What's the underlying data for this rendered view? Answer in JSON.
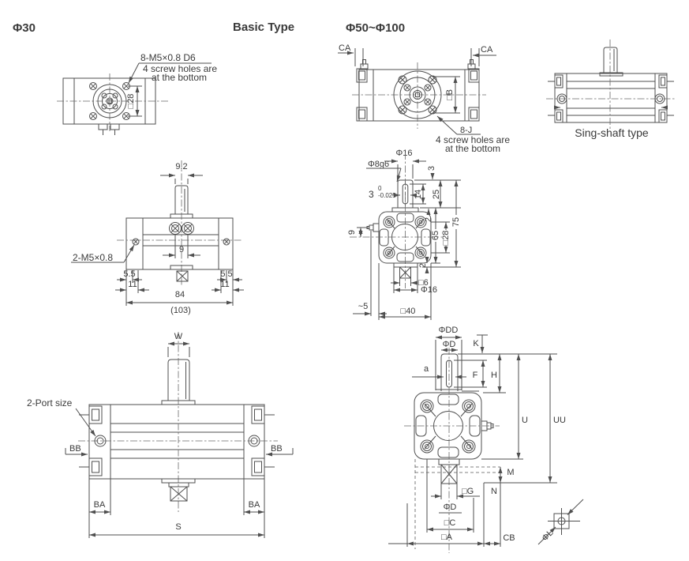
{
  "colors": {
    "background": "#ffffff",
    "line": "#4f4f4f",
    "text": "#3a3a3a"
  },
  "headers": {
    "phi30": "Φ30",
    "basic_type": "Basic Type",
    "phi50_100": "Φ50~Φ100"
  },
  "figA": {
    "callout1": "8-M5×0.8 D6",
    "callout2": "4 screw holes are",
    "callout3": "at the bottom",
    "dim28": "□28"
  },
  "figB": {
    "ca_left": "CA",
    "ca_right": "CA",
    "dimB": "□B",
    "j8": "8-J",
    "note1": "4 screw holes are",
    "note2": "at the bottom"
  },
  "figC": {
    "caption": "Sing-shaft type"
  },
  "figD": {
    "d92": "9.2",
    "d9": "9",
    "callout": "2-M5×0.8",
    "d55l": "5.5",
    "d55r": "5.5",
    "d11l": "11",
    "d11r": "11",
    "d84": "84",
    "d103": "(103)"
  },
  "figE": {
    "phi16_top": "Φ16",
    "phi8g6": "Φ8g6",
    "tol_base": "3",
    "tol_sup": "0",
    "tol_sub": "-0.025",
    "d3": "3",
    "d14": "14",
    "d25": "25",
    "d2a": "2",
    "d65": "65",
    "d75": "75",
    "d28": "□28",
    "d9": "9",
    "d2b": "2",
    "sq6": "□6",
    "phi16_bot": "Φ16",
    "approx5": "~5",
    "sq40": "□40"
  },
  "figF": {
    "w": "W",
    "port": "2-Port size",
    "bb_l": "BB",
    "bb_r": "BB",
    "ba_l": "BA",
    "ba_r": "BA",
    "s": "S"
  },
  "figG": {
    "phidd": "ΦDD",
    "phid_top": "ΦD",
    "k": "K",
    "a": "a",
    "f": "F",
    "h": "H",
    "u": "U",
    "uu": "UU",
    "m": "M",
    "n": "N",
    "sqg": "□G",
    "phid_bot": "ΦD",
    "sqc": "□C",
    "sqa": "□A",
    "cb": "CB",
    "phil": "ΦL"
  }
}
